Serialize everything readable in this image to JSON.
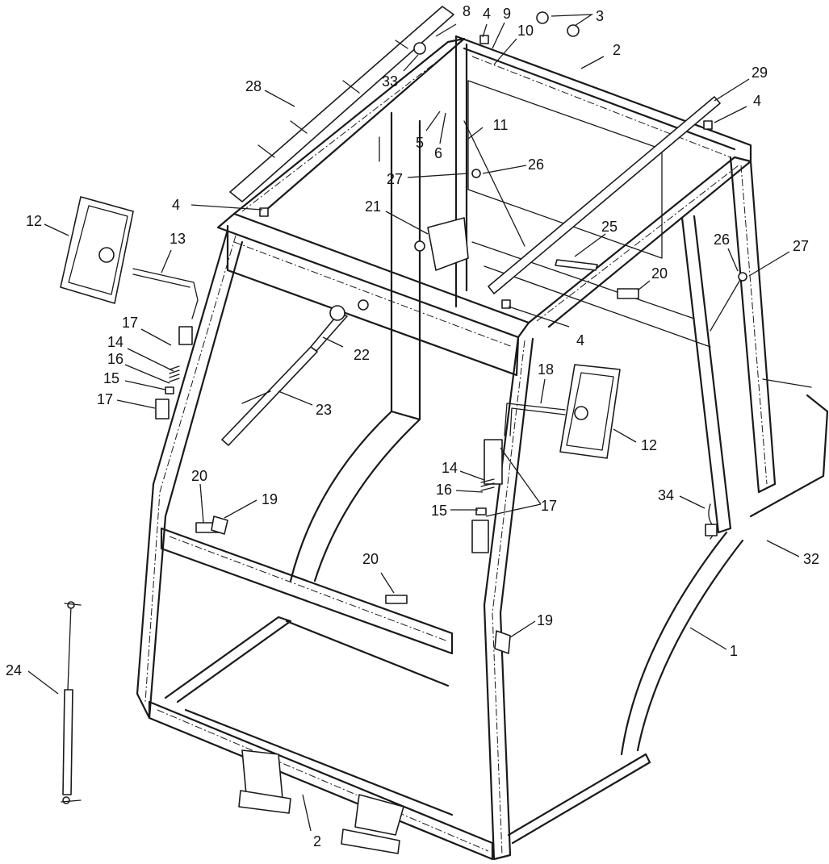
{
  "diagram": {
    "callouts": [
      {
        "id": "c-8",
        "text": "8"
      },
      {
        "id": "c-4a",
        "text": "4"
      },
      {
        "id": "c-9",
        "text": "9"
      },
      {
        "id": "c-3",
        "text": "3"
      },
      {
        "id": "c-10",
        "text": "10"
      },
      {
        "id": "c-2a",
        "text": "2"
      },
      {
        "id": "c-33",
        "text": "33"
      },
      {
        "id": "c-28",
        "text": "28"
      },
      {
        "id": "c-29",
        "text": "29"
      },
      {
        "id": "c-4b",
        "text": "4"
      },
      {
        "id": "c-11",
        "text": "11"
      },
      {
        "id": "c-5",
        "text": "5"
      },
      {
        "id": "c-6",
        "text": "6"
      },
      {
        "id": "c-27a",
        "text": "27"
      },
      {
        "id": "c-26a",
        "text": "26"
      },
      {
        "id": "c-4c",
        "text": "4"
      },
      {
        "id": "c-21",
        "text": "21"
      },
      {
        "id": "c-12a",
        "text": "12"
      },
      {
        "id": "c-13",
        "text": "13"
      },
      {
        "id": "c-25",
        "text": "25"
      },
      {
        "id": "c-26b",
        "text": "26"
      },
      {
        "id": "c-27b",
        "text": "27"
      },
      {
        "id": "c-20a",
        "text": "20"
      },
      {
        "id": "c-4d",
        "text": "4"
      },
      {
        "id": "c-17a",
        "text": "17"
      },
      {
        "id": "c-14a",
        "text": "14"
      },
      {
        "id": "c-22",
        "text": "22"
      },
      {
        "id": "c-16a",
        "text": "16"
      },
      {
        "id": "c-15a",
        "text": "15"
      },
      {
        "id": "c-18",
        "text": "18"
      },
      {
        "id": "c-17b",
        "text": "17"
      },
      {
        "id": "c-23",
        "text": "23"
      },
      {
        "id": "c-12b",
        "text": "12"
      },
      {
        "id": "c-14b",
        "text": "14"
      },
      {
        "id": "c-20b",
        "text": "20"
      },
      {
        "id": "c-19a",
        "text": "19"
      },
      {
        "id": "c-16b",
        "text": "16"
      },
      {
        "id": "c-34",
        "text": "34"
      },
      {
        "id": "c-17c",
        "text": "17"
      },
      {
        "id": "c-15b",
        "text": "15"
      },
      {
        "id": "c-32",
        "text": "32"
      },
      {
        "id": "c-20c",
        "text": "20"
      },
      {
        "id": "c-19b",
        "text": "19"
      },
      {
        "id": "c-1",
        "text": "1"
      },
      {
        "id": "c-24",
        "text": "24"
      },
      {
        "id": "c-2b",
        "text": "2"
      }
    ]
  }
}
